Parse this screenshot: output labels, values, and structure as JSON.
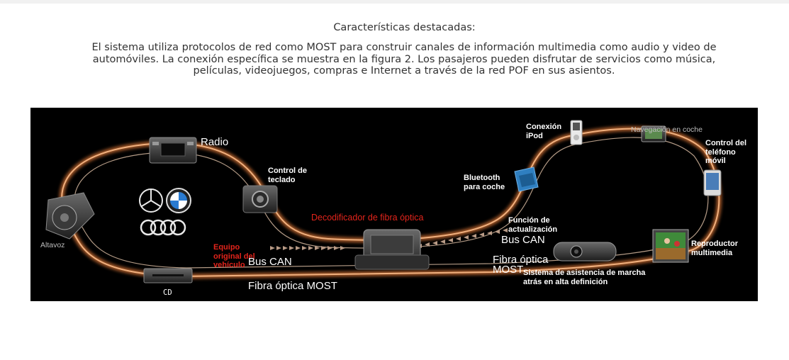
{
  "page": {
    "heading": "Características destacadas:",
    "paragraph_lines": [
      "El sistema utiliza protocolos de red como MOST para construir canales de información multimedia como audio y video de",
      "automóviles. La conexión específica se muestra en la figura 2. Los pasajeros pueden disfrutar de servicios como música,",
      "películas, videojuegos, compras e Internet a través de la red POF en sus asientos."
    ]
  },
  "diagram": {
    "labels": {
      "radio": "Radio",
      "keyboard_control": "Control de teclado",
      "speaker": "Altavoz",
      "cd": "CD",
      "original_equipment": "Equipo original del vehículo",
      "bus_can_left": "Bus CAN",
      "most_left": "Fibra óptica MOST",
      "decoder": "Decodificador de fibra óptica",
      "bluetooth": "Bluetooth para coche",
      "ipod": "Conexión iPod",
      "navigation": "Navegación en coche",
      "phone_control": "Control del teléfono móvil",
      "update_function": "Función de actualización",
      "bus_can_right": "Bus CAN",
      "most_right": "Fibra óptica MOST",
      "parking_assist": "Sistema de asistencia de marcha atrás en alta definición",
      "media_player": "Reproductor multimedia"
    },
    "colors": {
      "background": "#000000",
      "ring": "#e4935b",
      "decoder_label": "#e3241b"
    },
    "car_brands": [
      "mercedes-benz-logo",
      "bmw-logo",
      "audi-logo"
    ]
  }
}
